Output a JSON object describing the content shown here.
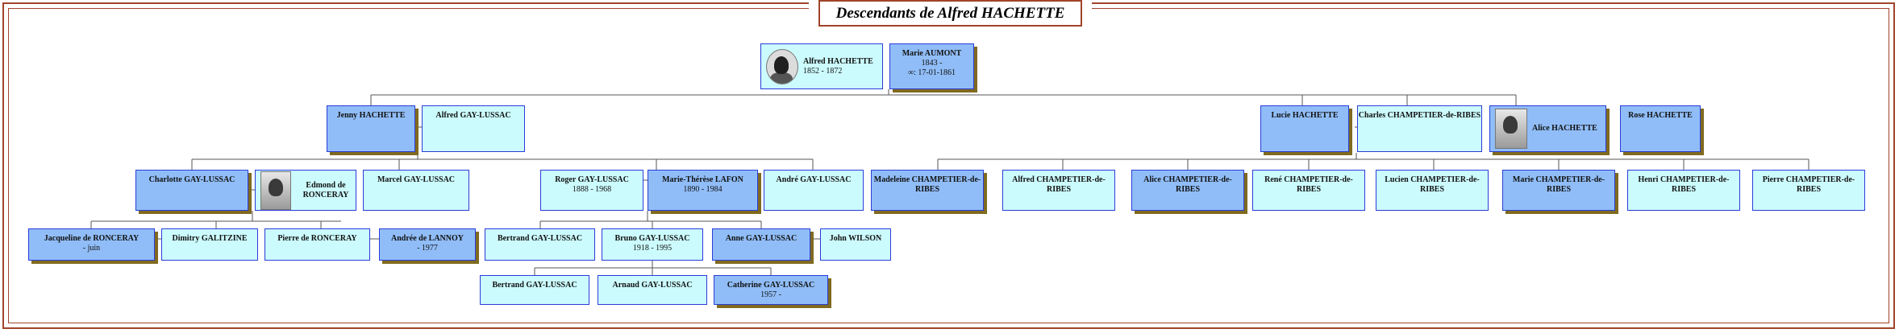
{
  "title": "Descendants de Alfred HACHETTE",
  "nodes": {
    "alfred_h": {
      "name": "Alfred HACHETTE",
      "dates": "1852 - 1872"
    },
    "marie_aumont": {
      "name": "Marie AUMONT",
      "dates": "1843 -",
      "marriage": "∞: 17-01-1861"
    },
    "jenny": {
      "name": "Jenny HACHETTE"
    },
    "alfred_gl": {
      "name": "Alfred GAY-LUSSAC"
    },
    "lucie": {
      "name": "Lucie HACHETTE"
    },
    "charles_cr": {
      "name": "Charles CHAMPETIER-de-RIBES"
    },
    "alice_h": {
      "name": "Alice HACHETTE"
    },
    "rose": {
      "name": "Rose HACHETTE"
    },
    "charlotte": {
      "name": "Charlotte GAY-LUSSAC"
    },
    "edmond": {
      "name": "Edmond de RONCERAY"
    },
    "marcel": {
      "name": "Marcel GAY-LUSSAC"
    },
    "roger": {
      "name": "Roger GAY-LUSSAC",
      "dates": "1888 - 1968"
    },
    "mtherese": {
      "name": "Marie-Thérèse LAFON",
      "dates": "1890 - 1984"
    },
    "andre": {
      "name": "André GAY-LUSSAC"
    },
    "madeleine": {
      "name": "Madeleine CHAMPETIER-de-RIBES"
    },
    "alfred_cr": {
      "name": "Alfred CHAMPETIER-de-RIBES"
    },
    "alice_cr": {
      "name": "Alice CHAMPETIER-de-RIBES"
    },
    "rene": {
      "name": "René CHAMPETIER-de-RIBES"
    },
    "lucien": {
      "name": "Lucien CHAMPETIER-de-RIBES"
    },
    "marie_cr": {
      "name": "Marie CHAMPETIER-de-RIBES"
    },
    "henri": {
      "name": "Henri CHAMPETIER-de-RIBES"
    },
    "pierre_cr": {
      "name": "Pierre CHAMPETIER-de-RIBES"
    },
    "jacqueline": {
      "name": "Jacqueline de RONCERAY",
      "dates": "- juin"
    },
    "dimitry": {
      "name": "Dimitry GALITZINE"
    },
    "pierre_r": {
      "name": "Pierre de RONCERAY"
    },
    "andree": {
      "name": "Andrée de LANNOY",
      "dates": "- 1977"
    },
    "bertrand1": {
      "name": "Bertrand GAY-LUSSAC"
    },
    "bruno": {
      "name": "Bruno GAY-LUSSAC",
      "dates": "1918 - 1995"
    },
    "anne": {
      "name": "Anne GAY-LUSSAC"
    },
    "john": {
      "name": "John WILSON"
    },
    "bertrand2": {
      "name": "Bertrand GAY-LUSSAC"
    },
    "arnaud": {
      "name": "Arnaud GAY-LUSSAC"
    },
    "catherine": {
      "name": "Catherine GAY-LUSSAC",
      "dates": "1957 -"
    }
  },
  "colors": {
    "light": "#ccfbfd",
    "dark": "#90bdf7",
    "border": "#2a3cd8",
    "frame": "#a0442a",
    "shadow": "#7f6a20"
  }
}
